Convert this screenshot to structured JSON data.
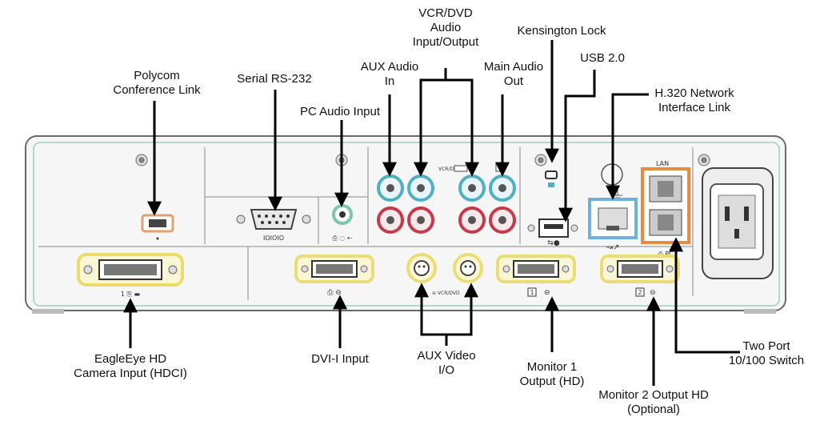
{
  "labels": {
    "polycom_conference_link": [
      "Polycom",
      "Conference Link"
    ],
    "serial_rs232": [
      "Serial RS-232"
    ],
    "pc_audio_input": [
      "PC Audio Input"
    ],
    "aux_audio_in": [
      "AUX Audio",
      "In"
    ],
    "vcr_dvd_audio": [
      "VCR/DVD",
      "Audio",
      "Input/Output"
    ],
    "main_audio_out": [
      "Main Audio",
      "Out"
    ],
    "kensington_lock": [
      "Kensington Lock"
    ],
    "usb": [
      "USB 2.0"
    ],
    "h320_network": [
      "H.320 Network",
      "Interface Link"
    ],
    "eagleeye_camera": [
      "EagleEye HD",
      "Camera Input (HDCI)"
    ],
    "dvi_input": [
      "DVI-I Input"
    ],
    "aux_video": [
      "AUX Video",
      "I/O"
    ],
    "monitor1": [
      "Monitor 1",
      "Output (HD)"
    ],
    "monitor2": [
      "Monitor 2 Output HD",
      "(Optional)"
    ],
    "two_port_switch": [
      "Two Port",
      "10/100 Switch"
    ]
  },
  "panel_marks": {
    "serial_mark": "IOIOIO",
    "vcr_dvd_mark": "VCR/DVD",
    "lan_mark": "LAN",
    "monitor1_number": "1",
    "monitor2_number": "2"
  },
  "colors": {
    "panel_fill": "#f3f3f3",
    "panel_stroke": "#777777",
    "hdci_yellow": "#e9dc6a",
    "dvi_yellow": "#eadd76",
    "audio_red": "#c43a4a",
    "audio_cyan": "#4fb0c0",
    "pc_audio_green": "#7ac8a8",
    "polycom_link_orange": "#e0a070",
    "h320_blue": "#6fb1dc",
    "lan_orange": "#e98b3c",
    "leader_line": "#000000"
  }
}
